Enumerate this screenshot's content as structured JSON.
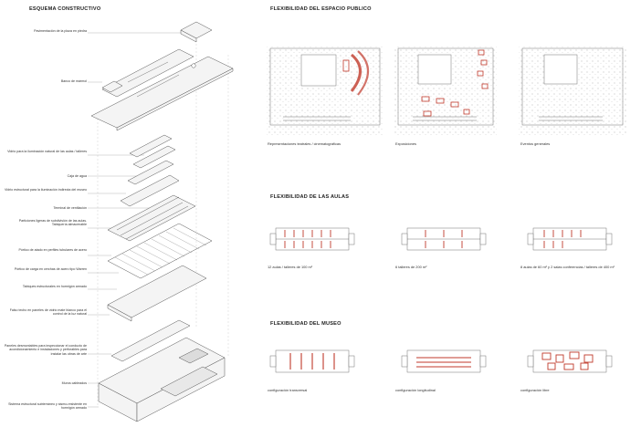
{
  "left_title": "ESQUEMA CONSTRUCTIVO",
  "labels": [
    "Pavimentación de la plaza en piedra",
    "Banco de mármol",
    "Vidrio para la iluminación natural de las aulas / talleres",
    "Caja de agua",
    "Vidrio estructural para la iluminación indirecta del museo",
    "Terminal de ventilación",
    "Particiones ligeras de subdivisión de las aulas. Tabiquería almacenable",
    "Pórtico de atado en perfiles tubulares de acero",
    "Pórtico de carga en cerchas de acero tipo Warren",
    "Tabiques estructurales en hormigón armado",
    "Falso techo en paneles de vidrio mate blanco para el control de la luz natural",
    "Paneles desmontables para inspeccionar el conducto de acondicionamiento e instalaciones y perforables para instalar las obras de arte",
    "Muros cableados",
    "Sistema estructural subterráneo y sismo-resistente en hormigón armado"
  ],
  "sections": [
    {
      "title": "FLEXIBILIDAD DEL ESPACIO PUBLICO",
      "captions": [
        "Representaciones teatrales / cinematográficas",
        "Exposiciones",
        "Eventos generales"
      ]
    },
    {
      "title": "FLEXIBILIDAD DE LAS AULAS",
      "captions": [
        "12 aulas / talleres de 100 m²",
        "6 talleres de 200 m²",
        "8 aulas de 60 m² y 2 salas conferencias / talleres de 400 m²"
      ]
    },
    {
      "title": "FLEXIBILIDAD DEL MUSEO",
      "captions": [
        "configuración transversal",
        "configuración longitudinal",
        "configuración libre"
      ]
    }
  ],
  "colors": {
    "accent": "#c0392b",
    "line": "#555555",
    "fill": "#f2f2f2"
  }
}
